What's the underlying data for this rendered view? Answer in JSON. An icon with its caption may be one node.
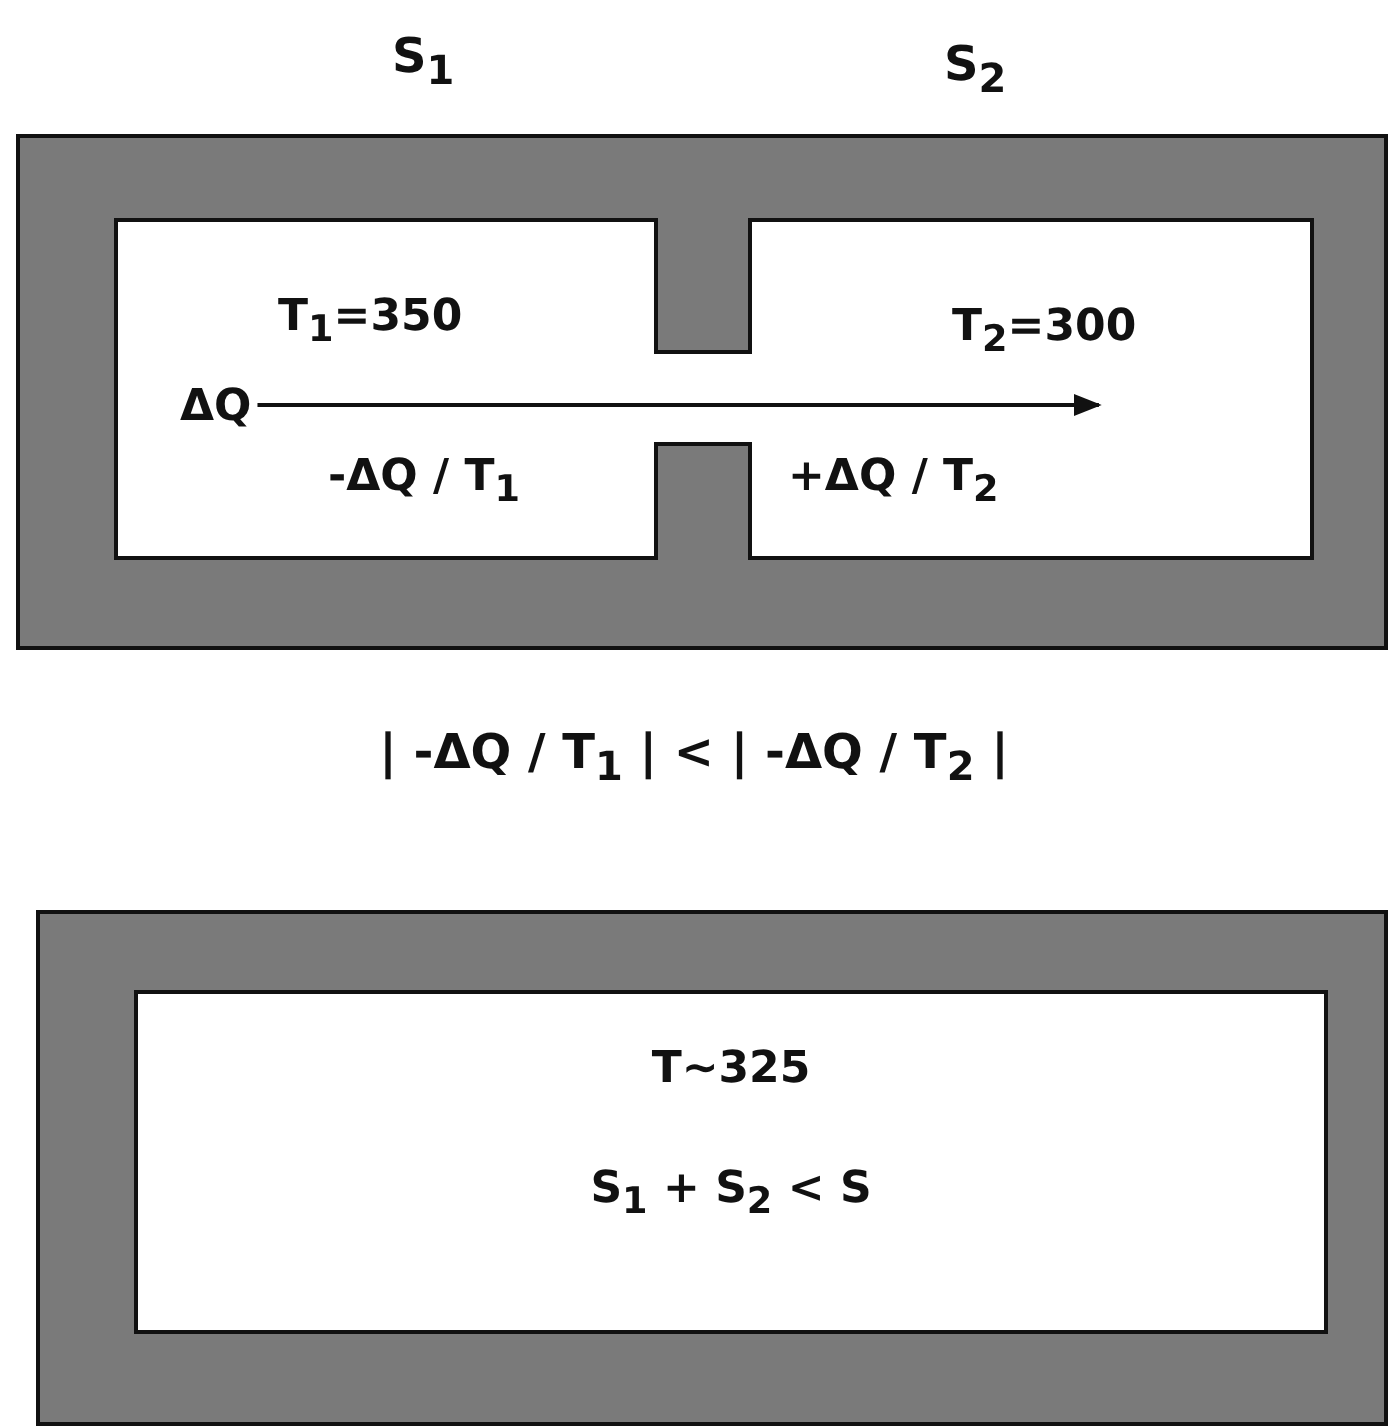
{
  "diagram": {
    "nodes": [
      {
        "text": [],
        "shape": "box"
      },
      {
        "text": [
          "T$_{1}$=350",
          "-ΔQ / T$_{1}$"
        ],
        "in": 0
      },
      {
        "text": [
          "T$_{2}$=300",
          "+ΔQ / T$_{2}$"
        ],
        "in": 0
      },
      {
        "text": [
          "ΔQ"
        ],
        "in": 1
      },
      {
        "text": [],
        "shape": "box"
      },
      {
        "text": [
          "T~325",
          "S$_{1}$ + S$_{2}$ < S"
        ],
        "in": 4
      }
    ],
    "edges": [
      {
        "from": 3,
        "to": 2,
        "arrow": "to"
      }
    ],
    "labels": [
      "S$_{1}$",
      "S$_{2}$",
      "| -ΔQ / T$_{1}$ |  <  | -ΔQ / T$_{2}$ |"
    ]
  }
}
